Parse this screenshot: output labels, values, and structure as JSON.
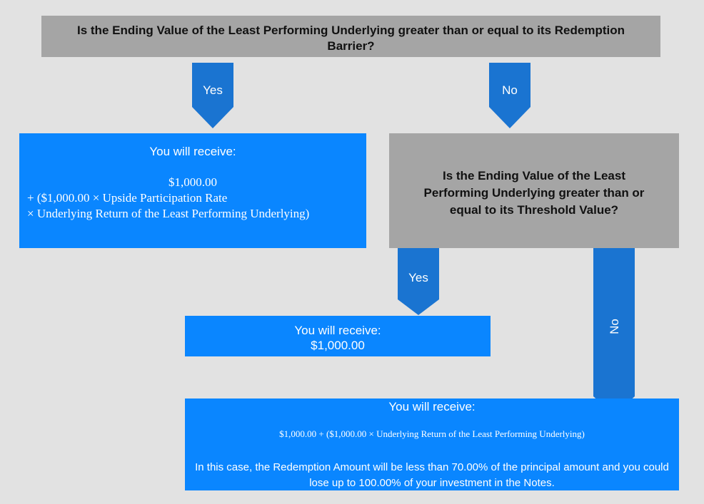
{
  "colors": {
    "background": "#e2e2e2",
    "question_box": "#a5a5a5",
    "result_box": "#0a86ff",
    "arrow": "#1a74d1"
  },
  "question1": "Is the Ending Value of the Least Performing Underlying greater than or equal to its Redemption Barrier?",
  "question2": "Is the Ending Value of the Least Performing Underlying greater than or equal to its Threshold Value?",
  "arrows": {
    "yes1": "Yes",
    "no1": "No",
    "yes2": "Yes",
    "no2": "No"
  },
  "result1": {
    "heading": "You will receive:",
    "line1": "$1,000.00",
    "line2": "+ ($1,000.00 × Upside Participation Rate",
    "line3": "× Underlying Return of the Least Performing Underlying)"
  },
  "result2": {
    "heading": "You will receive:",
    "amount": "$1,000.00"
  },
  "result3": {
    "heading": "You will receive:",
    "formula": "$1,000.00 + ($1,000.00 × Underlying Return of the Least Performing Underlying)",
    "note": "In this case, the Redemption Amount will be less than 70.00% of the principal amount and you could lose up to 100.00% of your investment in the Notes."
  }
}
